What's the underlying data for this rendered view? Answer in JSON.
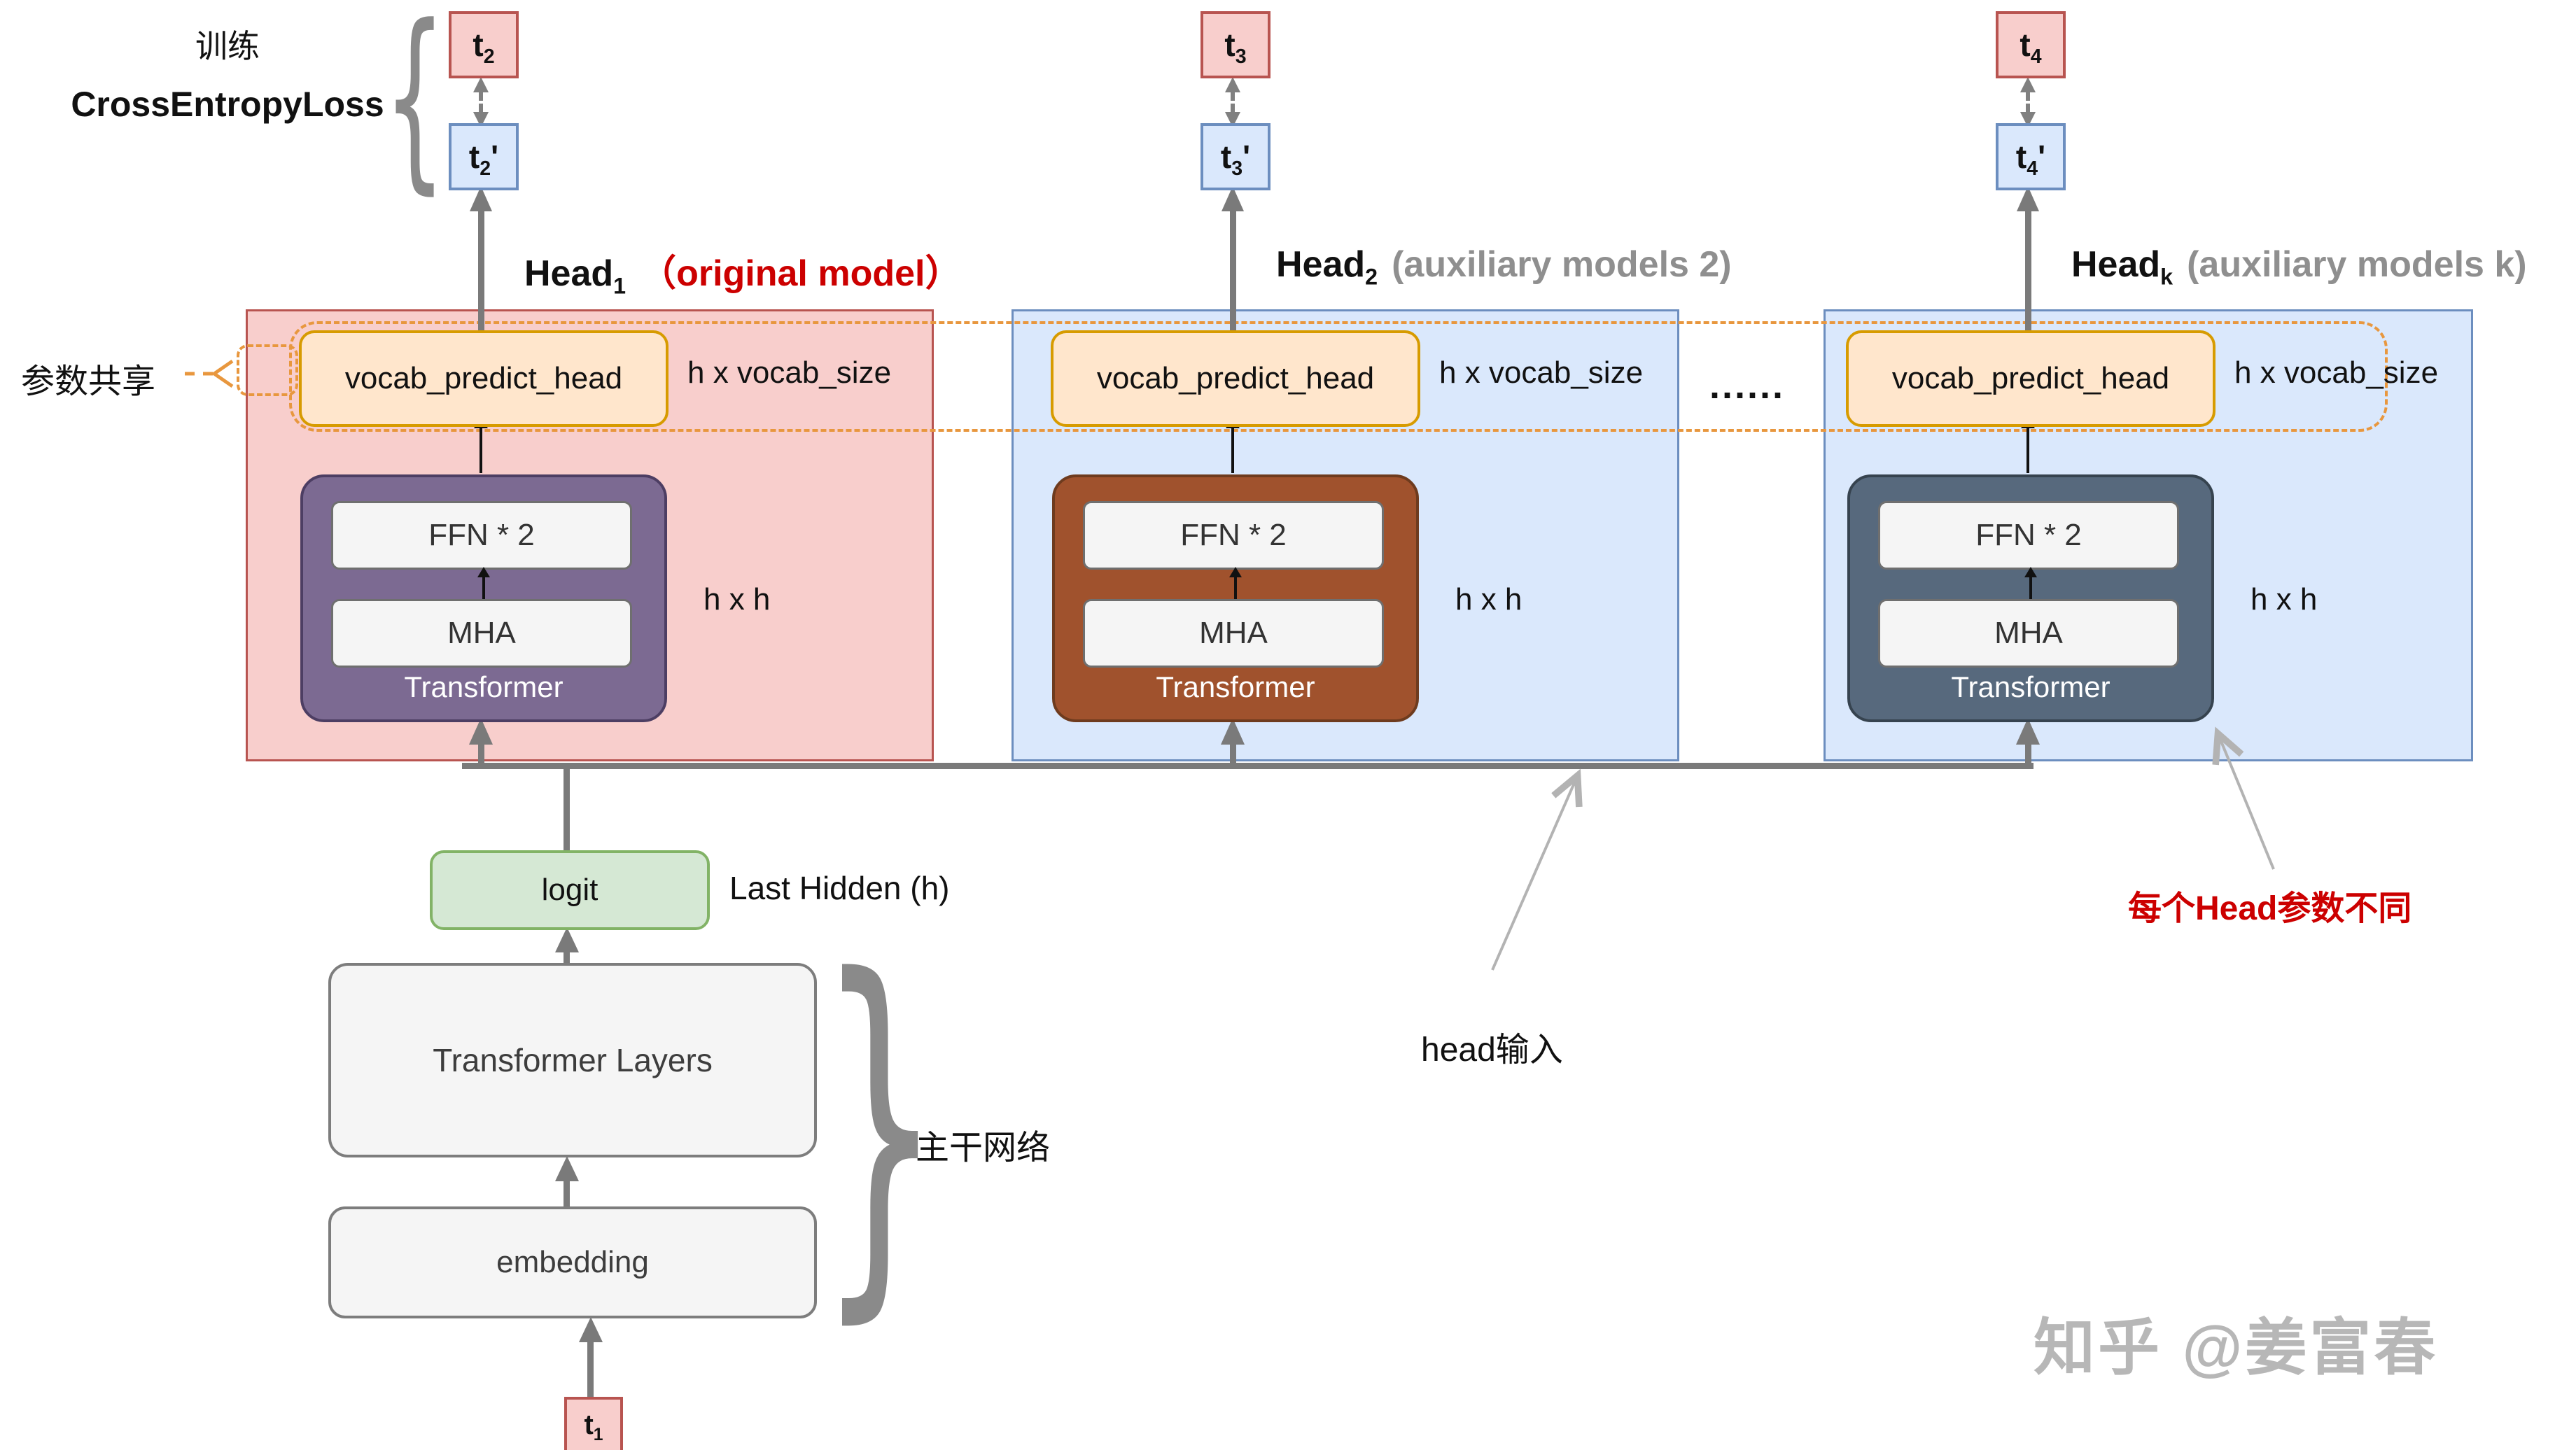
{
  "training": {
    "line1": "训练",
    "line2": "CrossEntropyLoss"
  },
  "shared_params_label": "参数共享",
  "heads": [
    {
      "name": "Head",
      "subscript": "1",
      "annotation": "（original model）",
      "annotation_color": "#cc0000",
      "token_true": {
        "base": "t",
        "sub": "2",
        "prime": ""
      },
      "token_pred": {
        "base": "t",
        "sub": "2",
        "prime": "'"
      },
      "vocab_head_label": "vocab_predict_head",
      "vocab_dim_label": "h x vocab_size",
      "ffn_label": "FFN * 2",
      "mha_label": "MHA",
      "transformer_label": "Transformer",
      "hxh_label": "h x h",
      "panel_fill": "#f8cecc",
      "panel_stroke": "#b85450",
      "transformer_fill": "#7c6a92",
      "transformer_stroke": "#4d3e63"
    },
    {
      "name": "Head",
      "subscript": "2",
      "annotation": "(auxiliary models 2)",
      "annotation_color": "#8f8f8f",
      "token_true": {
        "base": "t",
        "sub": "3",
        "prime": ""
      },
      "token_pred": {
        "base": "t",
        "sub": "3",
        "prime": "'"
      },
      "vocab_head_label": "vocab_predict_head",
      "vocab_dim_label": "h x vocab_size",
      "ffn_label": "FFN * 2",
      "mha_label": "MHA",
      "transformer_label": "Transformer",
      "hxh_label": "h x h",
      "panel_fill": "#dae8fc",
      "panel_stroke": "#6c8ebf",
      "transformer_fill": "#a0522d",
      "transformer_stroke": "#6e3b1e"
    },
    {
      "name": "Head",
      "subscript": "k",
      "annotation": "(auxiliary models k)",
      "annotation_color": "#8f8f8f",
      "token_true": {
        "base": "t",
        "sub": "4",
        "prime": ""
      },
      "token_pred": {
        "base": "t",
        "sub": "4",
        "prime": "'"
      },
      "vocab_head_label": "vocab_predict_head",
      "vocab_dim_label": "h x vocab_size",
      "ffn_label": "FFN * 2",
      "mha_label": "MHA",
      "transformer_label": "Transformer",
      "hxh_label": "h x h",
      "panel_fill": "#dae8fc",
      "panel_stroke": "#6c8ebf",
      "transformer_fill": "#57697d",
      "transformer_stroke": "#36434f"
    }
  ],
  "ellipsis": "......",
  "vocab_colors": {
    "fill": "#ffe6cc",
    "stroke": "#d79b00"
  },
  "token_colors": {
    "true_fill": "#f8cecc",
    "true_stroke": "#b85450",
    "pred_fill": "#dae8fc",
    "pred_stroke": "#6c8ebf"
  },
  "dashed_color": "#e8973e",
  "backbone": {
    "logit_label": "logit",
    "last_hidden_label": "Last Hidden (h)",
    "transformer_layers_label": "Transformer Layers",
    "embedding_label": "embedding",
    "input_token": {
      "base": "t",
      "sub": "1",
      "prime": ""
    },
    "brace_label": "主干网络",
    "logit_colors": {
      "fill": "#d5e8d4",
      "stroke": "#82b366"
    }
  },
  "annotations": {
    "head_input": {
      "text": "head输入"
    },
    "per_head_params": {
      "text": "每个Head参数不同",
      "color": "#cc0000"
    }
  },
  "watermark": "知乎 @姜富春"
}
